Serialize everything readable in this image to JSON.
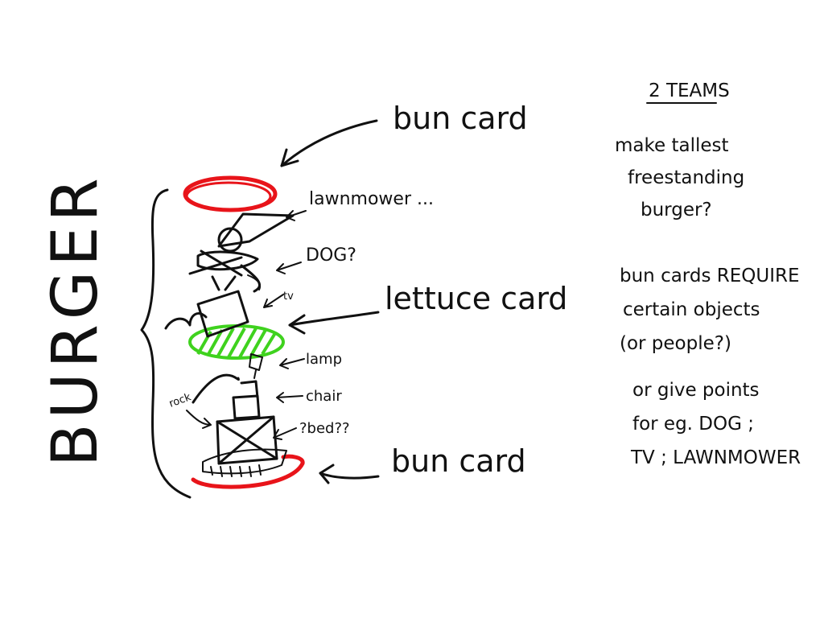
{
  "sketch": {
    "side_title": "BURGER",
    "labels": {
      "bun_card_top": "bun card",
      "lettuce_card": "lettuce card",
      "bun_card_bottom": "bun card",
      "lawnmower": "lawnmower ...",
      "dog": "DOG?",
      "tv": "tv",
      "lamp": "lamp",
      "chair": "chair",
      "bed": "?bed??",
      "rock": "rock"
    },
    "notes": {
      "heading": "2 TEAMS",
      "line1": "make tallest",
      "line2": "freestanding",
      "line3": "burger?",
      "line4": "bun cards REQUIRE",
      "line5": "certain objects",
      "line6": "(or people?)",
      "line7": "or give points",
      "line8": "for eg. DOG ;",
      "line9": "TV ; LAWNMOWER"
    },
    "colors": {
      "bun": "#e8141a",
      "lettuce": "#3fd21e",
      "ink": "#111111"
    }
  }
}
